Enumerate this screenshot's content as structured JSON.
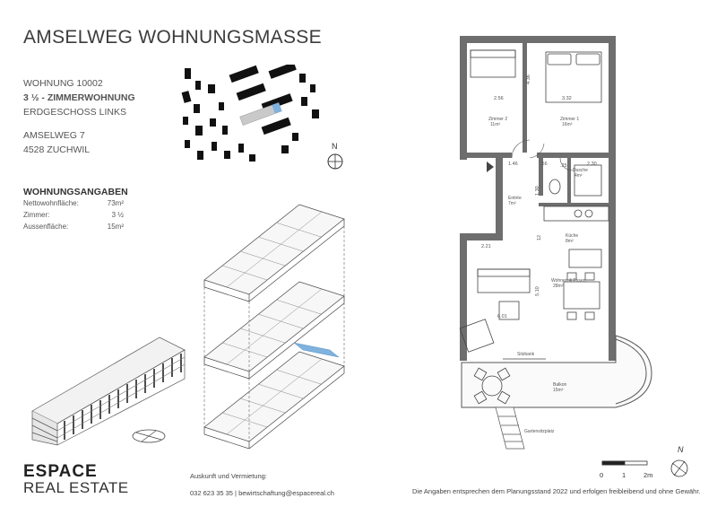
{
  "header": {
    "title": "AMSELWEG WOHNUNGSMASSE"
  },
  "unit": {
    "number": "WOHNUNG 10002",
    "type": "3 ½ - ZIMMERWOHNUNG",
    "floor": "ERDGESCHOSS LINKS",
    "street": "AMSELWEG 7",
    "city": "4528 ZUCHWIL"
  },
  "specs": {
    "heading": "WOHNUNGSANGABEN",
    "rows": [
      {
        "label": "Nettowohnfläche:",
        "value": "73m²"
      },
      {
        "label": "Zimmer:",
        "value": "3 ½"
      },
      {
        "label": "Aussenfläche:",
        "value": "15m²"
      }
    ]
  },
  "site_plan": {
    "north_label": "N"
  },
  "floorplan": {
    "rooms": [
      {
        "name": "Zimmer 2",
        "area": "11m²"
      },
      {
        "name": "Zimmer 1",
        "area": "16m²"
      },
      {
        "name": "Dusche",
        "area": "4m²"
      },
      {
        "name": "Entrée",
        "area": "7m²"
      },
      {
        "name": "Küche",
        "area": "8m²"
      },
      {
        "name": "Wohnen & Essen",
        "area": "28m²"
      },
      {
        "name": "Balkon",
        "area": "15m²"
      }
    ],
    "labels": {
      "sitzbank": "Sitzbank",
      "gartensitzplatz": "Gartensitzplatz"
    },
    "dimensions": [
      "2.56",
      "3.32",
      "4.36",
      "1.46",
      ".56",
      "2.30",
      "1.30",
      "2.21",
      "12",
      "5.10",
      "6.01",
      ".25"
    ],
    "north_label": "N",
    "scale": {
      "ticks": [
        "0",
        "1",
        "2m"
      ]
    }
  },
  "brand": {
    "line1": "ESPACE",
    "line2": "REAL ESTATE"
  },
  "contact": {
    "heading": "Auskunft und Vermietung:",
    "details": "032 623 35 35 | bewirtschaftung@espacereal.ch"
  },
  "footer": {
    "disclaimer": "Die Angaben entsprechen dem Planungsstand 2022 und erfolgen freibleibend und ohne Gewähr."
  },
  "colors": {
    "highlight": "#7fb2de",
    "wall": "#6e6e6e",
    "dark": "#111111"
  }
}
